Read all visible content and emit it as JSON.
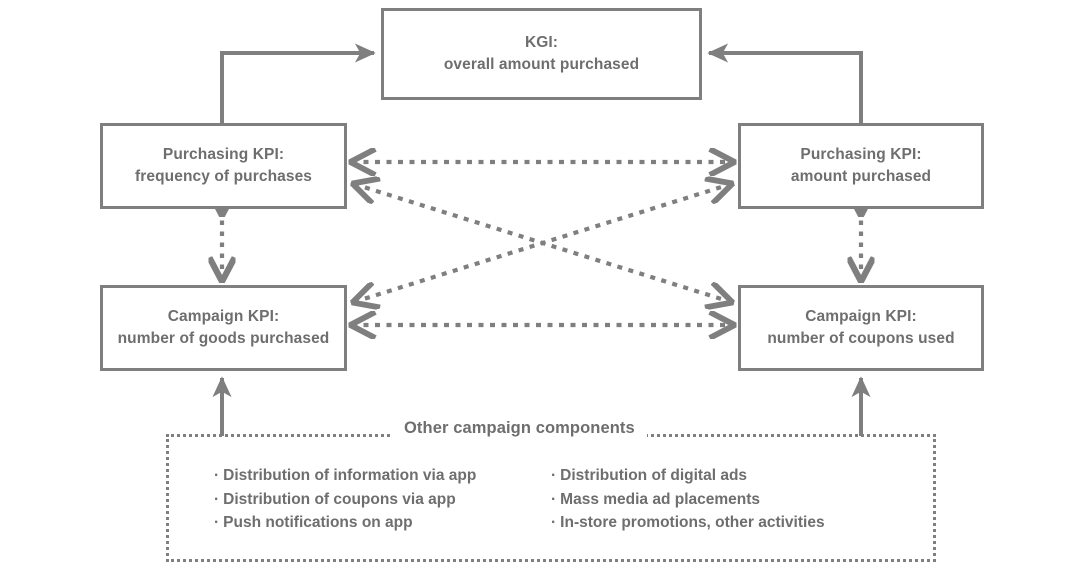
{
  "diagram": {
    "title": "KGI / KPI campaign measurement diagram",
    "colors": {
      "line": "#7f7f7f",
      "text": "#6e6e6e",
      "background": "#ffffff"
    },
    "nodes": {
      "kgi": {
        "line1": "KGI:",
        "line2": "overall amount purchased"
      },
      "purchasing_frequency": {
        "line1": "Purchasing KPI:",
        "line2": "frequency of purchases"
      },
      "purchasing_amount": {
        "line1": "Purchasing KPI:",
        "line2": "amount purchased"
      },
      "campaign_goods": {
        "line1": "Campaign KPI:",
        "line2": "number of goods purchased"
      },
      "campaign_coupons": {
        "line1": "Campaign KPI:",
        "line2": "number of coupons used"
      }
    },
    "other_components": {
      "title": "Other campaign components",
      "left_items": [
        "Distribution of information via app",
        "Distribution of coupons via app",
        "Push notifications on app"
      ],
      "right_items": [
        "Distribution of digital ads",
        "Mass media ad placements",
        "In-store promotions, other activities"
      ],
      "bullet": "·"
    }
  }
}
